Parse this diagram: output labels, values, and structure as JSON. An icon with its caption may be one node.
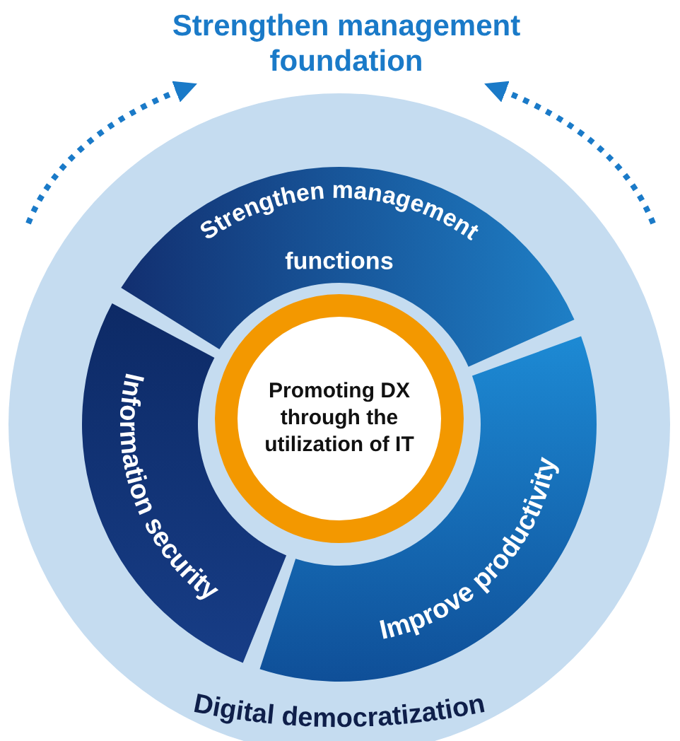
{
  "diagram": {
    "nodes": [
      {
        "text": [
          "Strengthen management foundation",
          "Digital democratization"
        ]
      },
      {
        "text": [
          "Strengthen management functions"
        ],
        "in": 0
      },
      {
        "text": [
          "Improve productivity"
        ],
        "in": 0
      },
      {
        "text": [
          "Information security"
        ],
        "in": 0
      },
      {
        "text": [
          "Promoting DX through the utilization of IT"
        ],
        "in": 0
      }
    ]
  }
}
